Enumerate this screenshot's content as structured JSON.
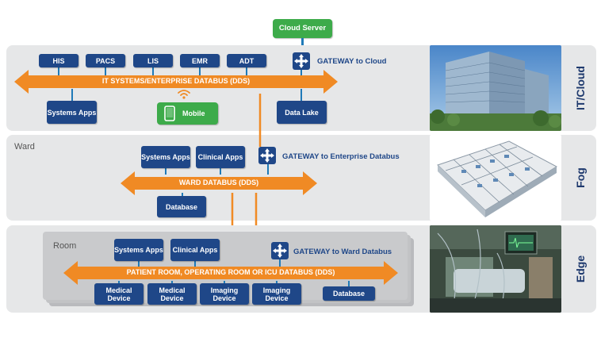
{
  "cloud_server": "Cloud Server",
  "tiers": {
    "it_cloud": {
      "side_label": "IT/Cloud",
      "top_boxes": [
        "HIS",
        "PACS",
        "LIS",
        "EMR",
        "ADT"
      ],
      "bus": "IT SYSTEMS/ENTERPRISE DATABUS (DDS)",
      "systems_apps": "Systems Apps",
      "mobile": "Mobile",
      "data_lake": "Data Lake",
      "gateway": "GATEWAY to Cloud"
    },
    "ward": {
      "title": "Ward",
      "side_label": "Fog",
      "systems_apps": "Systems Apps",
      "clinical_apps": "Clinical Apps",
      "gateway": "GATEWAY to Enterprise Databus",
      "bus": "WARD DATABUS (DDS)",
      "database": "Database"
    },
    "room": {
      "title": "Room",
      "side_label": "Edge",
      "systems_apps": "Systems Apps",
      "clinical_apps": "Clinical Apps",
      "gateway": "GATEWAY to Ward Databus",
      "bus": "PATIENT ROOM, OPERATING ROOM OR ICU DATABUS (DDS)",
      "devices": [
        "Medical Device",
        "Medical Device",
        "Imaging Device",
        "Imaging Device"
      ],
      "database": "Database"
    }
  },
  "colors": {
    "bus": "#f08a24",
    "box": "#1f4788",
    "green": "#3dab4a",
    "tier_bg": "#e6e7e8",
    "side_text": "#1f3a6e"
  },
  "icons": [
    "gateway-icon",
    "wifi-icon",
    "smartphone-icon"
  ]
}
